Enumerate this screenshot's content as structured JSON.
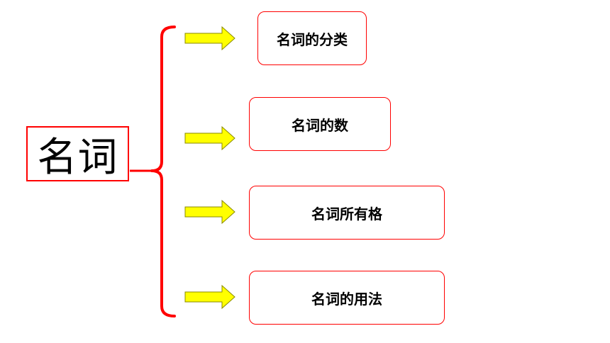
{
  "root": {
    "label": "名词"
  },
  "branches": [
    {
      "label": "名词的分类"
    },
    {
      "label": "名词的数"
    },
    {
      "label": "名词所有格"
    },
    {
      "label": "名词的用法"
    }
  ],
  "colors": {
    "bracket": "#ff0000",
    "arrow_fill": "#ffff00",
    "arrow_stroke": "#8a8a00",
    "node_border": "#ff0000"
  }
}
